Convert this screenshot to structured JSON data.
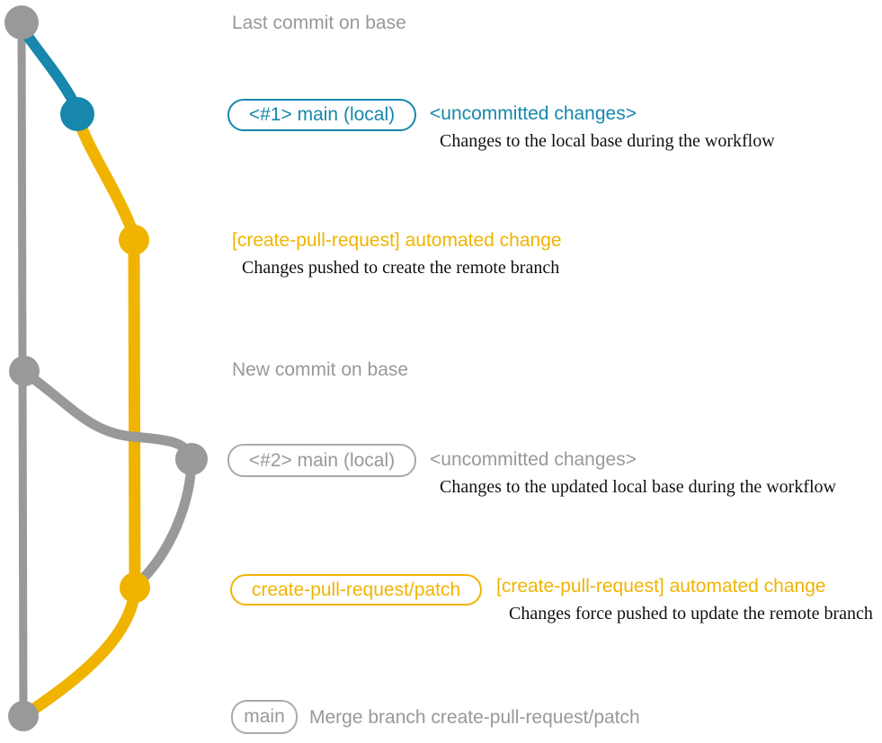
{
  "colors": {
    "background": "#ffffff",
    "gray": "#999999",
    "gray_border": "#aaaaaa",
    "blue": "#1787ad",
    "yellow": "#f0b400",
    "black": "#111111"
  },
  "graph": {
    "nodes": [
      {
        "name": "last-commit-on-base",
        "color": "gray"
      },
      {
        "name": "main-local-1",
        "color": "blue"
      },
      {
        "name": "create-pull-request-commit-1",
        "color": "yellow"
      },
      {
        "name": "new-commit-on-base",
        "color": "gray"
      },
      {
        "name": "main-local-2",
        "color": "gray"
      },
      {
        "name": "create-pull-request-commit-2",
        "color": "yellow"
      },
      {
        "name": "merge-commit",
        "color": "gray"
      }
    ]
  },
  "annotations": {
    "last_commit_label": "Last commit on base",
    "new_commit_label": "New commit on base",
    "row1": {
      "badge": "<#1> main (local)",
      "title": "<uncommitted changes>",
      "description": "Changes to the local base during the workflow"
    },
    "row2": {
      "title": "[create-pull-request] automated change",
      "description": "Changes pushed to create the remote branch"
    },
    "row3": {
      "badge": "<#2> main (local)",
      "title": "<uncommitted changes>",
      "description": "Changes to the updated local base during the workflow"
    },
    "row4": {
      "badge": "create-pull-request/patch",
      "title": "[create-pull-request] automated change",
      "description": "Changes force pushed to update the remote branch"
    },
    "row5": {
      "badge": "main",
      "title": "Merge branch create-pull-request/patch"
    }
  }
}
